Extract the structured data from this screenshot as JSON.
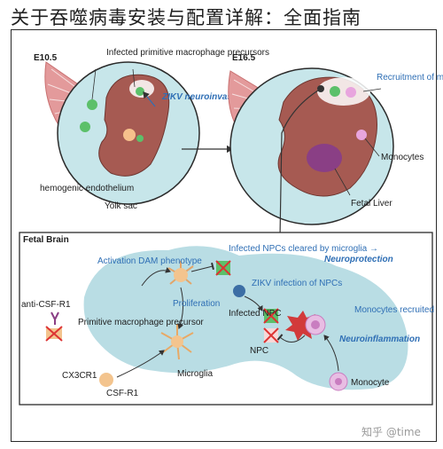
{
  "header": {
    "title": "关于吞噬病毒安装与配置详解：全面指南"
  },
  "embryo_left": {
    "stage": "E10.5",
    "labels": {
      "infected": "Infected primitive macrophage precursors",
      "zikv": "ZIKV neuroinvasion",
      "hemogenic": "hemogenic endothelium",
      "yolk": "Yolk sac"
    }
  },
  "embryo_right": {
    "stage": "E16.5",
    "labels": {
      "recruitment": "Recruitment of monocytes",
      "monocytes": "Monocytes",
      "liver": "Fetal Liver"
    }
  },
  "brain": {
    "title": "Fetal Brain",
    "labels": {
      "activation": "Activation DAM phenotype",
      "infected_npcs": "Infected NPCs cleared by microglia →",
      "neuroprotection": "Neuroprotection",
      "zikv_infection": "ZIKV infection of NPCs",
      "proliferation": "Proliferation",
      "anti_csf": "anti-CSF-R1",
      "primitive": "Primitive macrophage precursor",
      "infected_npc": "Infected NPC",
      "npc": "NPC",
      "monocytes_recruited": "Monocytes recruited",
      "neuroinflammation": "Neuroinflammation",
      "cx3cr1": "CX3CR1",
      "csf": "CSF-R1",
      "microglia": "Microglia",
      "monocyte": "Monocyte"
    }
  },
  "watermark": "知乎 @time",
  "colors": {
    "accent_blue": "#2f6fb5",
    "embryo": "#a65a52",
    "fluid": "#bfe0e6",
    "brain": "#b9dde4"
  }
}
